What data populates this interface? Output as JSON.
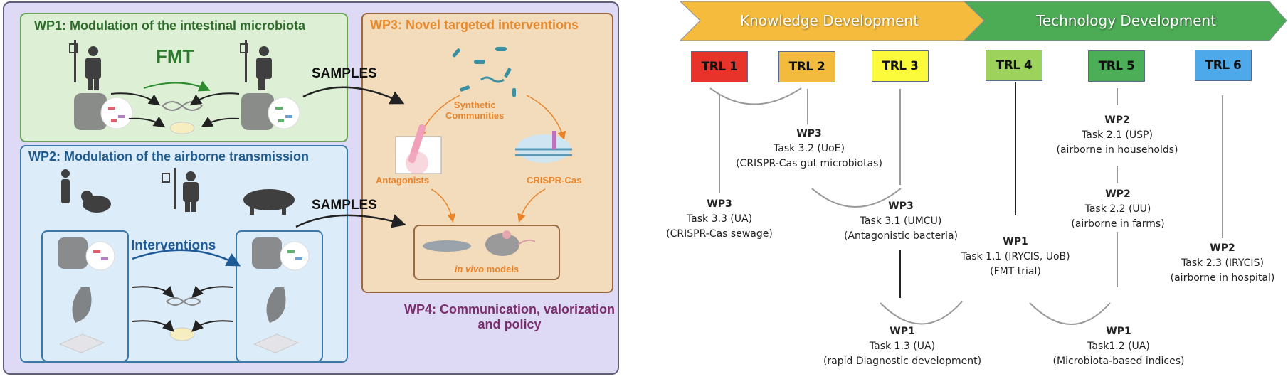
{
  "left_panel": {
    "wp1": {
      "title": "WP1: Modulation of the intestinal microbiota",
      "fmt_label": "FMT"
    },
    "wp2": {
      "title": "WP2: Modulation of the airborne transmission",
      "interventions_label": "Interventions"
    },
    "wp3": {
      "title": "WP3: Novel targeted interventions",
      "synthetic_communities": "Synthetic\nCommunities",
      "antagonists": "Antagonists",
      "crispr_cas": "CRISPR-Cas",
      "in_vivo_italic": "in vivo",
      "in_vivo_rest": " models"
    },
    "wp4": {
      "title": "WP4: Communication, valorization and policy"
    },
    "samples_label_1": "SAMPLES",
    "samples_label_2": "SAMPLES",
    "icons": [
      "patient-iv-icon",
      "intestine-icon",
      "bacteria-icon",
      "dna-icon",
      "petri-dish-icon",
      "person-icon",
      "dog-icon",
      "pig-icon",
      "nose-icon",
      "slide-icon",
      "test-tube-icon",
      "crispr-icon",
      "larva-icon",
      "mouse-icon"
    ]
  },
  "roadmap": {
    "phases": [
      {
        "label": "Knowledge Development",
        "color": "#f5bb3c"
      },
      {
        "label": "Technology Development",
        "color": "#4cab55"
      }
    ],
    "trl_levels": [
      {
        "label": "TRL 1",
        "color": "#e8332a"
      },
      {
        "label": "TRL 2",
        "color": "#f3bb3e"
      },
      {
        "label": "TRL 3",
        "color": "#fbfb3c"
      },
      {
        "label": "TRL 4",
        "color": "#9dd35d"
      },
      {
        "label": "TRL 5",
        "color": "#4caf58"
      },
      {
        "label": "TRL 6",
        "color": "#4da9ea"
      }
    ],
    "tasks": [
      {
        "id": "t32",
        "wp": "WP3",
        "task": "Task 3.2 (UoE)",
        "desc": "(CRISPR-Cas gut microbiotas)"
      },
      {
        "id": "t33",
        "wp": "WP3",
        "task": "Task 3.3 (UA)",
        "desc": "(CRISPR-Cas sewage)"
      },
      {
        "id": "t31",
        "wp": "WP3",
        "task": "Task 3.1 (UMCU)",
        "desc": "(Antagonistic bacteria)"
      },
      {
        "id": "t11",
        "wp": "WP1",
        "task": "Task 1.1 (IRYCIS, UoB)",
        "desc": "(FMT trial)"
      },
      {
        "id": "t13",
        "wp": "WP1",
        "task": "Task 1.3 (UA)",
        "desc": "(rapid Diagnostic development)"
      },
      {
        "id": "t12",
        "wp": "WP1",
        "task": "Task1.2 (UA)",
        "desc": "(Microbiota-based indices)"
      },
      {
        "id": "t21",
        "wp": "WP2",
        "task": "Task 2.1 (USP)",
        "desc": "(airborne in households)"
      },
      {
        "id": "t22",
        "wp": "WP2",
        "task": "Task 2.2 (UU)",
        "desc": "(airborne in farms)"
      },
      {
        "id": "t23",
        "wp": "WP2",
        "task": "Task 2.3 (IRYCIS)",
        "desc": "(airborne in hospital)"
      }
    ]
  }
}
